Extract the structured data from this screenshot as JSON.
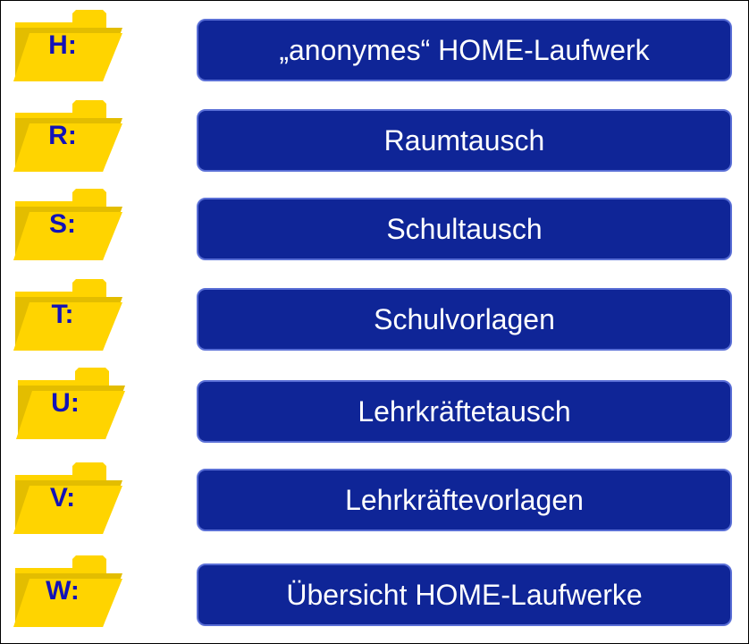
{
  "colors": {
    "folder_fill": "#ffd400",
    "folder_shadow": "#e3bd00",
    "letter_color": "#1212b8",
    "button_fill": "#0f2597",
    "button_border": "#5a6fd6",
    "button_text": "#ffffff"
  },
  "icons": {
    "folder": "folder-icon"
  },
  "drives": [
    {
      "letter": "H:",
      "label": "„anonymes“ HOME-Laufwerk"
    },
    {
      "letter": "R:",
      "label": "Raumtausch"
    },
    {
      "letter": "S:",
      "label": "Schultausch"
    },
    {
      "letter": "T:",
      "label": "Schulvorlagen"
    },
    {
      "letter": "U:",
      "label": "Lehrkräftetausch"
    },
    {
      "letter": "V:",
      "label": "Lehrkräftevorlagen"
    },
    {
      "letter": "W:",
      "label": "Übersicht HOME-Laufwerke"
    }
  ]
}
